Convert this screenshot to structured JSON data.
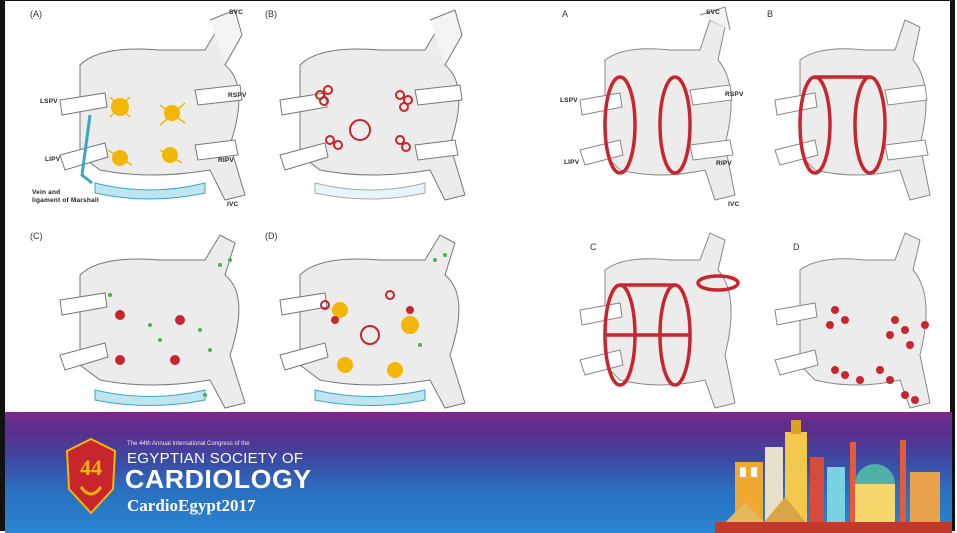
{
  "left_figure": {
    "panels": [
      {
        "id": "A",
        "label": "(A)"
      },
      {
        "id": "B",
        "label": "(B)"
      },
      {
        "id": "C",
        "label": "(C)"
      },
      {
        "id": "D",
        "label": "(D)"
      }
    ],
    "anatomy": {
      "svc": "SVC",
      "lspv": "LSPV",
      "rspv": "RSPV",
      "lipv": "LIPV",
      "ripv": "RIPV",
      "ivc": "IVC",
      "marshall_line1": "Vein and",
      "marshall_line2": "ligament of Marshall"
    }
  },
  "right_figure": {
    "panels": [
      {
        "id": "A",
        "label": "A"
      },
      {
        "id": "B",
        "label": "B"
      },
      {
        "id": "C",
        "label": "C"
      },
      {
        "id": "D",
        "label": "D"
      }
    ],
    "anatomy": {
      "svc": "SVC",
      "lspv": "LSPV",
      "rspv": "RSPV",
      "lipv": "LIPV",
      "ripv": "RIPV",
      "ivc": "IVC"
    }
  },
  "banner": {
    "congress_line": "The 44th Annual International Congress of the",
    "society": "EGYPTIAN SOCIETY OF",
    "cardiology": "CARDIOLOGY",
    "event": "CardioEgypt2017",
    "logo_number": "44"
  },
  "colors": {
    "red": "#c9252c",
    "yellow": "#f2b705",
    "green": "#4caf50",
    "blue": "#3aa6c8",
    "purple": "#5b2d8e",
    "atrium": "#ececec"
  }
}
